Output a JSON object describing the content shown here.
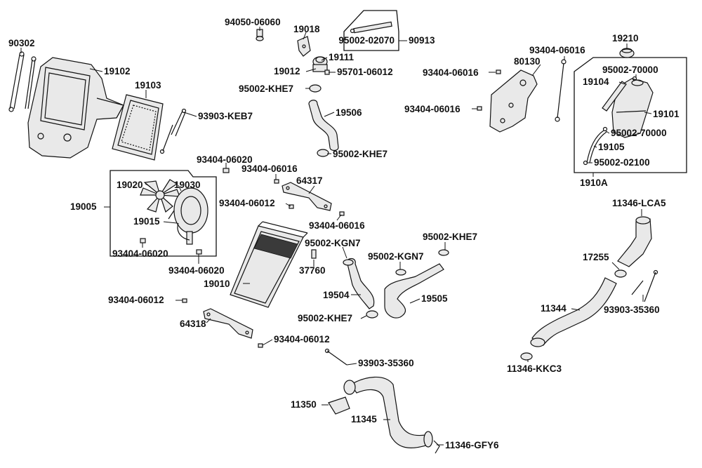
{
  "labels": {
    "l90302": "90302",
    "l19102": "19102",
    "l19103": "19103",
    "l93903_KEB7": "93903-KEB7",
    "l94050_06060": "94050-06060",
    "l19018": "19018",
    "l19111": "19111",
    "l19012": "19012",
    "l95701_06012": "95701-06012",
    "l95002_KHE7_a": "95002-KHE7",
    "l19506": "19506",
    "l95002_KHE7_b": "95002-KHE7",
    "l95002_02070": "95002-02070",
    "l90913": "90913",
    "l93404_06016_a": "93404-06016",
    "l93404_06016_b": "93404-06016",
    "l80130": "80130",
    "l93404_06016_c": "93404-06016",
    "l19210": "19210",
    "l95002_70000_a": "95002-70000",
    "l19104": "19104",
    "l19101": "19101",
    "l95002_70000_b": "95002-70000",
    "l19105": "19105",
    "l95002_02100": "95002-02100",
    "l1910A": "1910A",
    "l19020": "19020",
    "l19030": "19030",
    "l19005": "19005",
    "l19015": "19015",
    "l93404_06020_a": "93404-06020",
    "l93404_06020_b": "93404-06020",
    "l93404_06020_c": "93404-06020",
    "l93404_06016_d": "93404-06016",
    "l64317": "64317",
    "l93404_06012_a": "93404-06012",
    "l93404_06016_e": "93404-06016",
    "l95002_KGN7_a": "95002-KGN7",
    "l95002_KHE7_c": "95002-KHE7",
    "l95002_KGN7_b": "95002-KGN7",
    "l37760": "37760",
    "l19010": "19010",
    "l19504": "19504",
    "l19505": "19505",
    "l95002_KHE7_d": "95002-KHE7",
    "l93404_06012_b": "93404-06012",
    "l64318": "64318",
    "l93404_06012_c": "93404-06012",
    "l93903_35360_a": "93903-35360",
    "l11350": "11350",
    "l11345": "11345",
    "l11346_GFY6": "11346-GFY6",
    "l11346_LCA5": "11346-LCA5",
    "l17255": "17255",
    "l11344": "11344",
    "l93903_35360_b": "93903-35360",
    "l11346_KKC3": "11346-KKC3"
  }
}
